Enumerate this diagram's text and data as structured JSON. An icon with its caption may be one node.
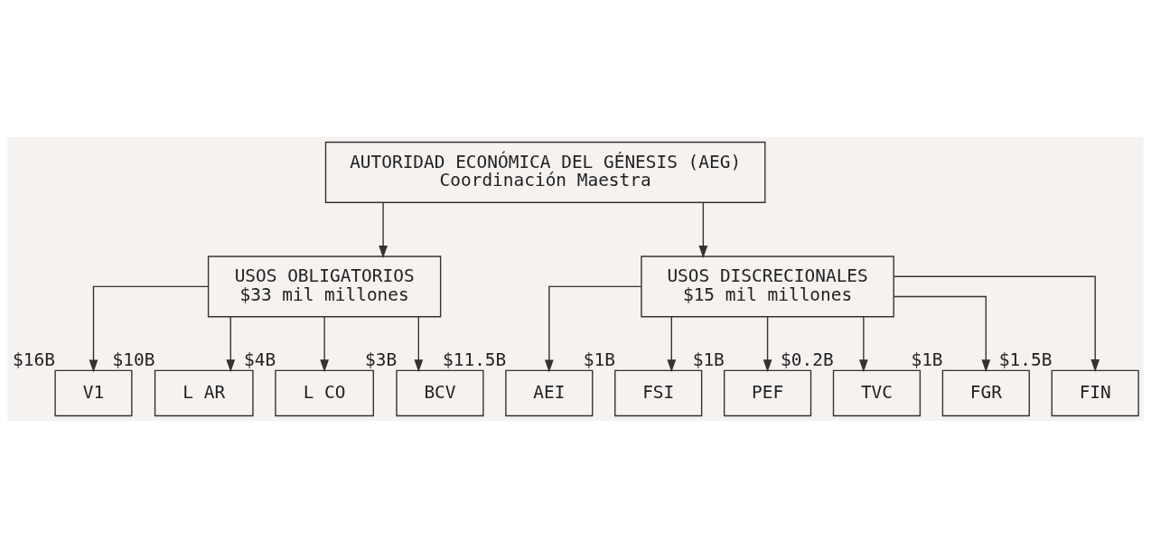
{
  "diagram": {
    "nodes": [
      {
        "text": [
          "AUTORIDAD ECONÓMICA DEL GÉNESIS (AEG)",
          "Coordinación Maestra"
        ]
      },
      {
        "text": [
          "USOS OBLIGATORIOS",
          "$33 mil millones"
        ]
      },
      {
        "text": [
          "USOS DISCRECIONALES",
          "$15 mil millones"
        ]
      },
      {
        "text": [
          "V1"
        ],
        "beside": [
          "$16B"
        ]
      },
      {
        "text": [
          "L AR"
        ],
        "beside": [
          "$10B"
        ]
      },
      {
        "text": [
          "L CO"
        ],
        "beside": [
          "$4B"
        ]
      },
      {
        "text": [
          "BCV"
        ],
        "beside": [
          "$3B"
        ]
      },
      {
        "text": [
          "AEI"
        ],
        "beside": [
          "$11.5B"
        ]
      },
      {
        "text": [
          "FSI"
        ],
        "beside": [
          "$1B"
        ]
      },
      {
        "text": [
          "PEF"
        ],
        "beside": [
          "$1B"
        ]
      },
      {
        "text": [
          "TVC"
        ],
        "beside": [
          "$0.2B"
        ]
      },
      {
        "text": [
          "FGR"
        ],
        "beside": [
          "$1B"
        ]
      },
      {
        "text": [
          "FIN"
        ],
        "beside": [
          "$1.5B"
        ]
      }
    ],
    "edges": [
      {
        "from": 0,
        "to": 1,
        "arrow": "to"
      },
      {
        "from": 0,
        "to": 2,
        "arrow": "to"
      },
      {
        "from": 1,
        "to": 3,
        "arrow": "to"
      },
      {
        "from": 1,
        "to": 4,
        "arrow": "to"
      },
      {
        "from": 1,
        "to": 5,
        "arrow": "to"
      },
      {
        "from": 1,
        "to": 6,
        "arrow": "to"
      },
      {
        "from": 2,
        "to": 7,
        "arrow": "to"
      },
      {
        "from": 2,
        "to": 8,
        "arrow": "to"
      },
      {
        "from": 2,
        "to": 9,
        "arrow": "to"
      },
      {
        "from": 2,
        "to": 10,
        "arrow": "to"
      },
      {
        "from": 2,
        "to": 11,
        "arrow": "to"
      },
      {
        "from": 2,
        "to": 12,
        "arrow": "to"
      }
    ]
  }
}
